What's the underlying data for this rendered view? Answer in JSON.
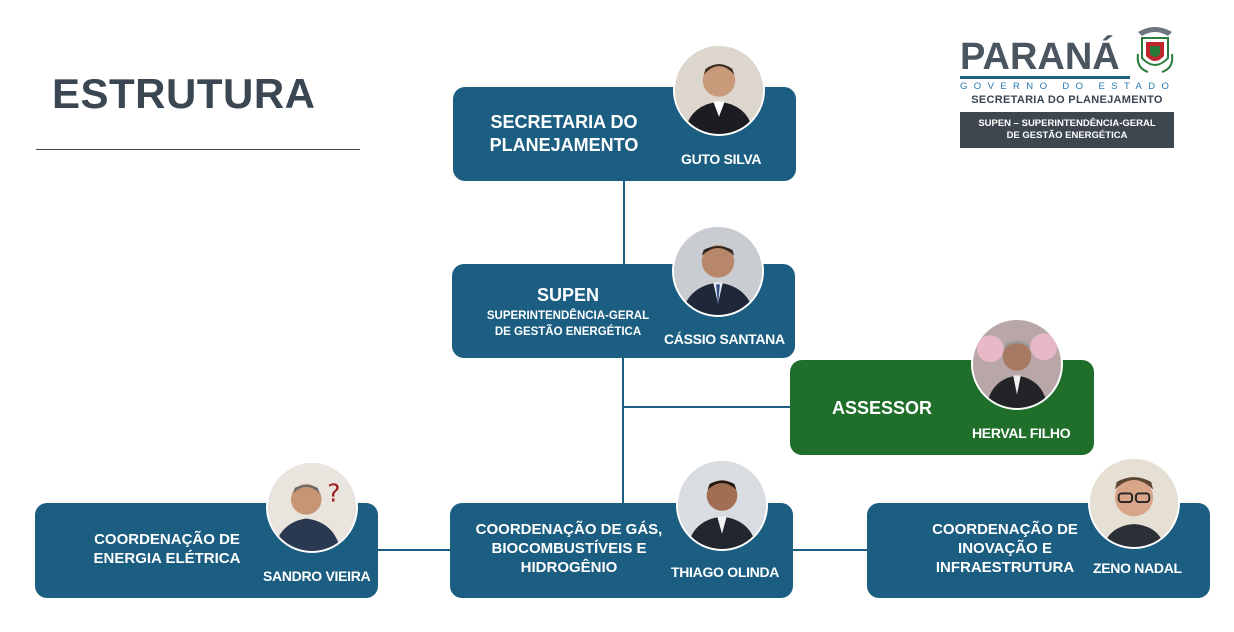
{
  "page": {
    "title": "ESTRUTURA"
  },
  "logo": {
    "wordmark": "PARANÁ",
    "government": "GOVERNO DO ESTADO",
    "secretariat": "SECRETARIA DO PLANEJAMENTO",
    "band_line1": "SUPEN – SUPERINTENDÊNCIA-GERAL",
    "band_line2": "DE GESTÃO ENERGÉTICA"
  },
  "nodes": {
    "secretaria": {
      "line1": "SECRETARIA DO",
      "line2": "PLANEJAMENTO",
      "person": "GUTO SILVA"
    },
    "supen": {
      "title": "SUPEN",
      "sub1": "SUPERINTENDÊNCIA-GERAL",
      "sub2": "DE GESTÃO ENERGÉTICA",
      "person": "CÁSSIO SANTANA"
    },
    "assessor": {
      "title": "ASSESSOR",
      "person": "HERVAL FILHO"
    },
    "energia": {
      "line1": "COORDENAÇÃO DE",
      "line2": "ENERGIA ELÉTRICA",
      "person": "SANDRO VIEIRA"
    },
    "gas": {
      "line1": "COORDENAÇÃO DE GÁS,",
      "line2": "BIOCOMBUSTÍVEIS E",
      "line3": "HIDROGÊNIO",
      "person": "THIAGO OLINDA"
    },
    "inovacao": {
      "line1": "COORDENAÇÃO DE",
      "line2": "INOVAÇÃO E",
      "line3": "INFRAESTRUTURA",
      "person": "ZENO NADAL"
    }
  },
  "colors": {
    "box_blue": "#1b5e82",
    "box_green": "#1f6e2a",
    "title_gray": "#3a4652"
  }
}
